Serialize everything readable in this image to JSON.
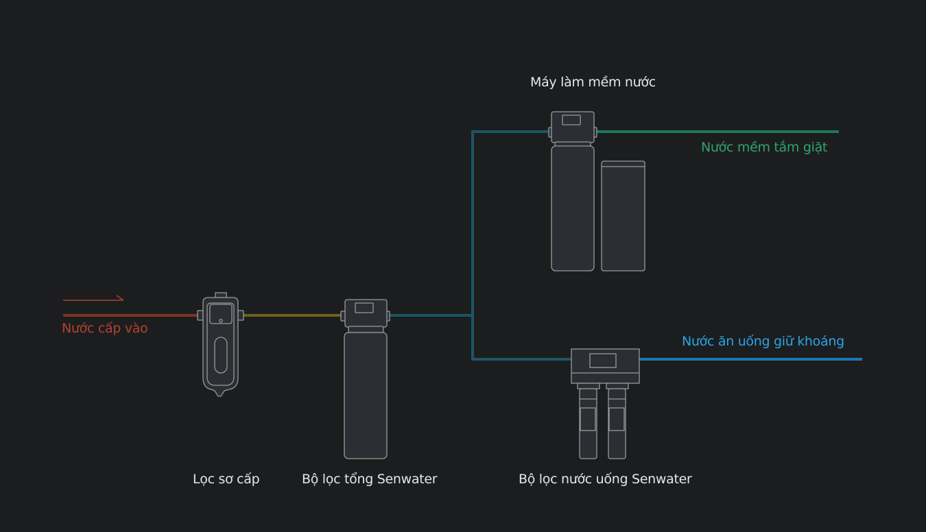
{
  "colors": {
    "background": "#1c1d1f",
    "inlet": "#8a3a2a",
    "prefilter_out": "#7a6a1c",
    "main_out": "#1e5566",
    "soft_water": "#1f7a58",
    "drinking_water": "#1b79b0",
    "device_fill": "#2b2e33",
    "device_stroke": "#9a9a9a",
    "label_white": "#e6e6e6",
    "label_inlet": "#b2432f",
    "label_soft": "#2ea56e",
    "label_drink": "#27a6e8"
  },
  "labels": {
    "inlet": "Nước cấp vào",
    "prefilter": "Lọc sơ cấp",
    "main_filter": "Bộ lọc tổng Senwater",
    "softener": "Máy làm mềm nước",
    "soft_output": "Nước mềm tắm giặt",
    "drinking_filter": "Bộ lọc nước uống Senwater",
    "drinking_output": "Nước ăn uống giữ khoáng"
  },
  "icons": {
    "inlet_arrow": "arrow-right-icon"
  }
}
